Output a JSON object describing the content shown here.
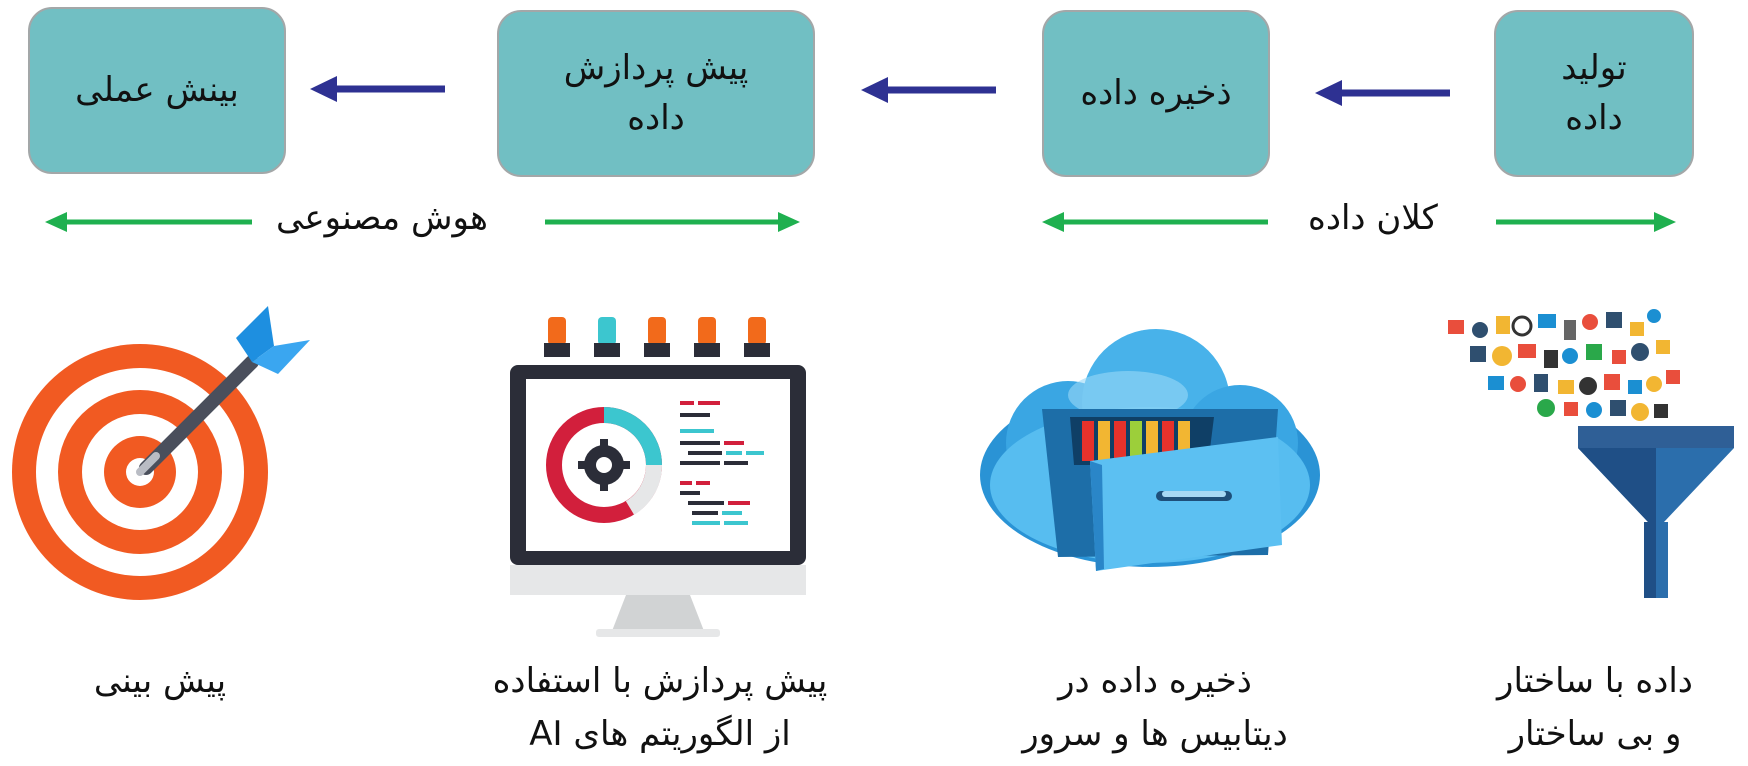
{
  "stages": [
    {
      "label": "تولید\nداده"
    },
    {
      "label": "ذخیره داده"
    },
    {
      "label": "پیش پردازش\nداده"
    },
    {
      "label": "بینش عملی"
    }
  ],
  "bands": {
    "big_data": "کلان داده",
    "ai": "هوش مصنوعی"
  },
  "captions": [
    "داده با ساختار\nو بی ساختار",
    "ذخیره داده در\nدیتابیس ها و سرور",
    "پیش پردازش با استفاده\nاز الگوریتم های AI",
    "پیش بینی"
  ],
  "icons": [
    "data-funnel-icon",
    "cloud-drawer-icon",
    "monitor-analytics-icon",
    "target-dart-icon"
  ],
  "colors": {
    "stage_fill": "#71bfc3",
    "flow_arrow": "#2e3192",
    "band_arrow": "#1fb04f",
    "target_orange": "#f15a22"
  }
}
